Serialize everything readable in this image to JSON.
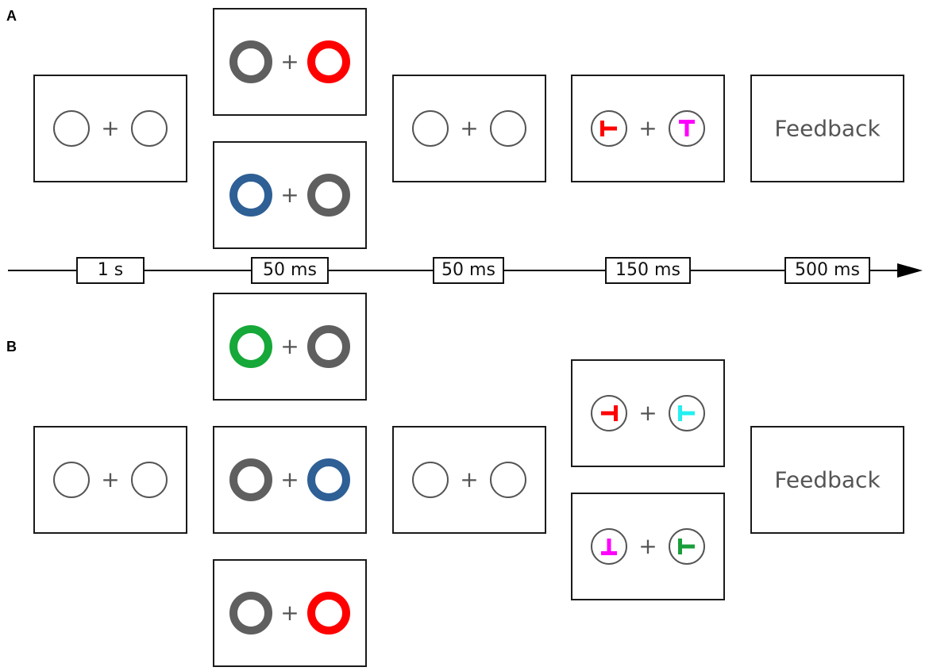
{
  "panels": {
    "a": "A",
    "b": "B"
  },
  "fixation_symbol": "+",
  "feedback_label": "Feedback",
  "timeline": {
    "durations": [
      "1 s",
      "50 ms",
      "50 ms",
      "150 ms",
      "500 ms"
    ]
  },
  "colors": {
    "frame_border": "#1a1a1a",
    "placeholder_ring": "#555555",
    "gray_cue": "#5f5f5f",
    "red": "#ff0000",
    "blue": "#2e5f95",
    "green": "#16a838",
    "magenta": "#ff00ff",
    "cyan": "#22f0f0",
    "dark_green": "#1a9e3a"
  },
  "stimuli": {
    "A": {
      "fixation": [
        "empty",
        "empty"
      ],
      "cues": [
        [
          "gray",
          "red"
        ],
        [
          "blue",
          "gray"
        ]
      ],
      "isi": [
        "empty",
        "empty"
      ],
      "targets": [
        [
          {
            "color": "red",
            "orientation": "left"
          },
          {
            "color": "magenta",
            "orientation": "up"
          }
        ]
      ]
    },
    "B": {
      "fixation": [
        "empty",
        "empty"
      ],
      "cues": [
        [
          "green",
          "gray"
        ],
        [
          "gray",
          "blue"
        ],
        [
          "gray",
          "red"
        ]
      ],
      "isi": [
        "empty",
        "empty"
      ],
      "targets": [
        [
          {
            "color": "red",
            "orientation": "right"
          },
          {
            "color": "cyan",
            "orientation": "left"
          }
        ],
        [
          {
            "color": "magenta",
            "orientation": "down"
          },
          {
            "color": "dark_green",
            "orientation": "left"
          }
        ]
      ]
    }
  }
}
